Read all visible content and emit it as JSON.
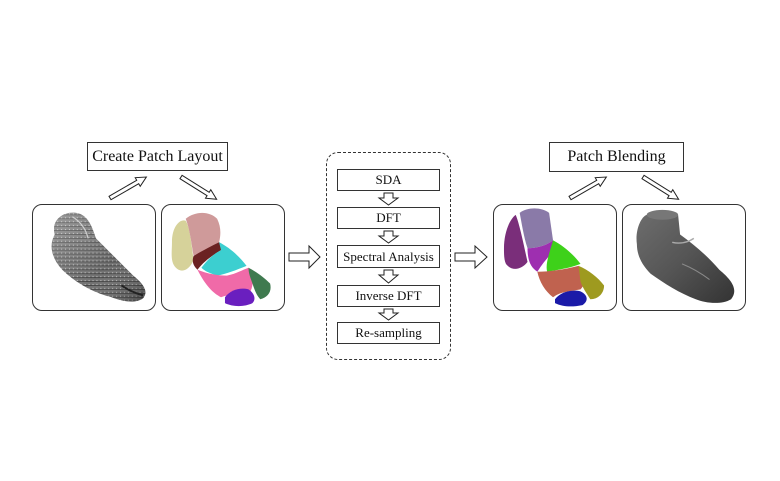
{
  "stages": {
    "left": {
      "title": "Create Patch Layout",
      "panels": [
        {
          "name": "raw-scan-foot",
          "description": "Grayscale point-cloud foot scan"
        },
        {
          "name": "patch-layout-foot",
          "description": "Foot segmented into colored patches"
        }
      ],
      "patch_colors": [
        "#d6d29a",
        "#cf9a9a",
        "#6b2222",
        "#3ccfd0",
        "#f06aa8",
        "#6a1fbf",
        "#3f7a4f"
      ]
    },
    "middle": {
      "steps": [
        "SDA",
        "DFT",
        "Spectral Analysis",
        "Inverse DFT",
        "Re-sampling"
      ]
    },
    "right": {
      "title": "Patch Blending",
      "panels": [
        {
          "name": "patched-surface-foot",
          "description": "Foot with colored surface patches"
        },
        {
          "name": "blended-surface-foot",
          "description": "Smooth gray blended foot surface"
        }
      ],
      "patch_colors": [
        "#8a7aa8",
        "#7a2e7a",
        "#9e2fb0",
        "#3ed11a",
        "#c0624f",
        "#9e9a1f",
        "#1a1aa8"
      ]
    }
  }
}
